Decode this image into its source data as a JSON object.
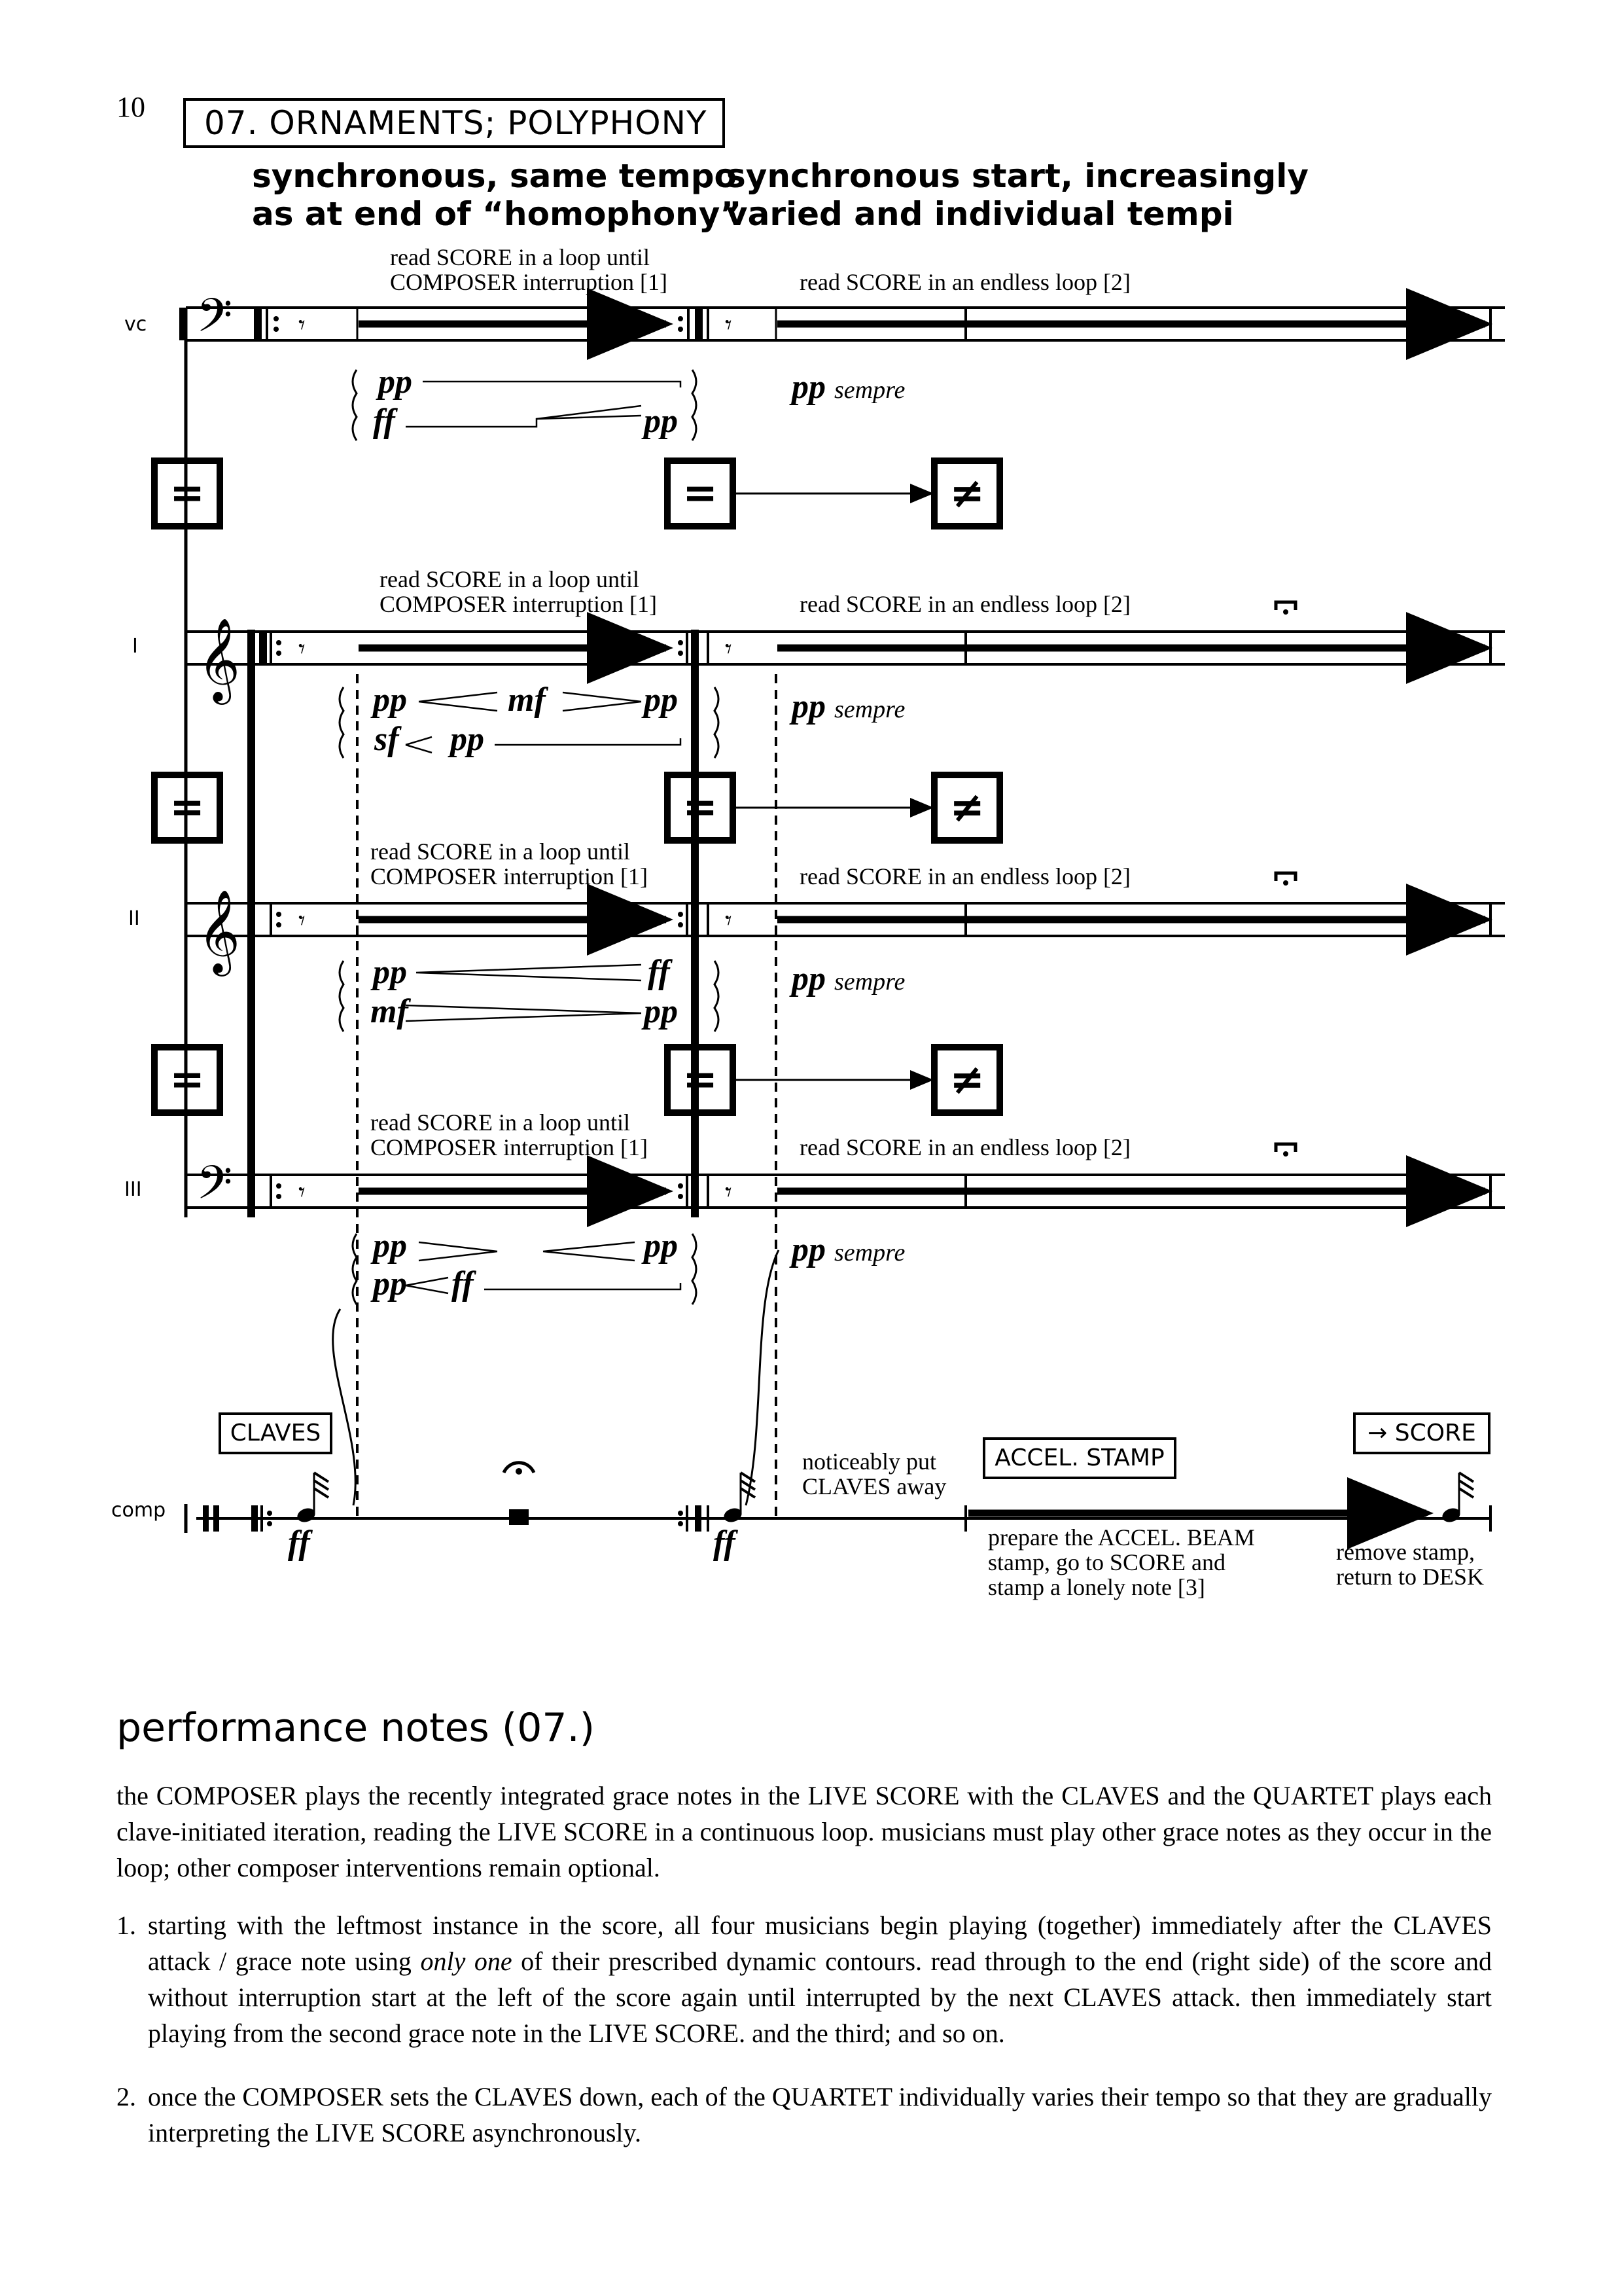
{
  "page": {
    "number": "10",
    "section_title": "07. ORNAMENTS; POLYPHONY"
  },
  "headings": {
    "left_line1": "synchronous, same tempo",
    "left_line2": "as at end of “homophony”",
    "right_line1": "synchronous start, increasingly",
    "right_line2": "varied and individual tempi"
  },
  "staves": [
    {
      "label": "vc",
      "clef": "bass",
      "instr_left": [
        "read SCORE in a loop until",
        "COMPOSER interruption [1]"
      ],
      "instr_right": "read SCORE in an endless loop [2]",
      "dyn_line1": [
        "pp",
        ""
      ],
      "dyn_line2": [
        "ff",
        "pp"
      ],
      "sempre_dyn": "pp",
      "sempre_word": "sempre"
    },
    {
      "label": "I",
      "clef": "treble",
      "instr_left": [
        "read SCORE in a loop until",
        "COMPOSER interruption [1]"
      ],
      "instr_right": "read SCORE in an endless loop [2]",
      "dyn_line1": [
        "pp",
        "mf",
        "pp"
      ],
      "dyn_line2": [
        "sf",
        "pp"
      ],
      "sempre_dyn": "pp",
      "sempre_word": "sempre"
    },
    {
      "label": "II",
      "clef": "treble",
      "instr_left": [
        "read SCORE in a loop until",
        "COMPOSER interruption [1]"
      ],
      "instr_right": "read SCORE in an endless loop [2]",
      "dyn_line1": [
        "pp",
        "ff"
      ],
      "dyn_line2": [
        "mf",
        "pp"
      ],
      "sempre_dyn": "pp",
      "sempre_word": "sempre"
    },
    {
      "label": "III",
      "clef": "bass",
      "instr_left": [
        "read SCORE in a loop until",
        "COMPOSER interruption [1]"
      ],
      "instr_right": "read SCORE in an endless loop [2]",
      "dyn_line1": [
        "pp",
        "pp"
      ],
      "dyn_line2": [
        "pp",
        "ff"
      ],
      "sempre_dyn": "pp",
      "sempre_word": "sempre"
    }
  ],
  "symbols": {
    "equal": "=",
    "not_equal": "≠"
  },
  "composer": {
    "label": "comp",
    "claves_box": "CLAVES",
    "accel_box": "ACCEL. STAMP",
    "score_box": "→ SCORE",
    "grace_dyn_1": "ff",
    "grace_dyn_2": "ff",
    "put_away": [
      "noticeably put",
      "CLAVES away"
    ],
    "prepare": [
      "prepare the ACCEL. BEAM",
      "stamp, go to SCORE and",
      "stamp a lonely note [3]"
    ],
    "remove": [
      "remove stamp,",
      "return to DESK"
    ],
    "fermata_mark": "(?)"
  },
  "notes": {
    "title": "performance notes (07.)",
    "intro": "the COMPOSER plays the recently integrated grace notes in the LIVE SCORE with the CLAVES and the QUARTET plays each clave-initiated iteration, reading the LIVE SCORE in a continuous loop.  musicians must play other grace notes as they occur in the loop; other composer interventions remain optional.",
    "item1_num": "1.",
    "item1_a": "starting with the leftmost instance in the score, all four musicians begin playing (together) immediately after the CLAVES attack / grace note using ",
    "item1_em": "only one",
    "item1_b": " of their prescribed dynamic contours.  read through to the end (right side) of the score and without interruption start at the left of the score again until interrupted by the next CLAVES attack.  then immediately start playing from the second grace note in the LIVE SCORE.  and the third; and so on.",
    "item2_num": "2.",
    "item2": "once the COMPOSER sets the CLAVES down, each of the QUARTET individually varies their tempo so that they are gradually interpreting the LIVE SCORE asynchronously."
  }
}
